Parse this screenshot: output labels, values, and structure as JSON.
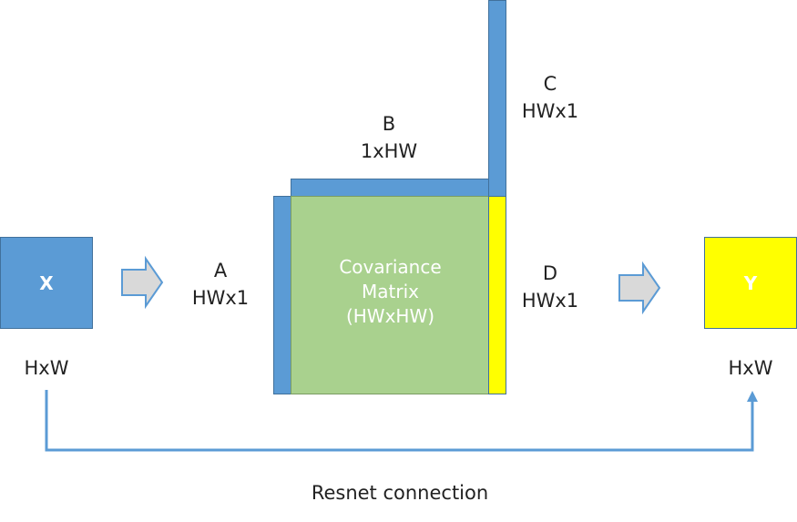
{
  "input": {
    "label": "X",
    "dims": "HxW"
  },
  "output": {
    "label": "Y",
    "dims": "HxW"
  },
  "vec_a": {
    "name": "A",
    "dims": "HWx1"
  },
  "vec_b": {
    "name": "B",
    "dims": "1xHW"
  },
  "vec_c": {
    "name": "C",
    "dims": "HWx1"
  },
  "vec_d": {
    "name": "D",
    "dims": "HWx1"
  },
  "matrix": {
    "line1": "Covariance",
    "line2": "Matrix",
    "line3": "(HWxHW)"
  },
  "resnet": {
    "label": "Resnet connection"
  },
  "colors": {
    "blue": "#5b9bd5",
    "blue_border": "#41719c",
    "green": "#a9d18e",
    "yellow": "#ffff00",
    "arrow_fill": "#d9d9d9",
    "arrow_stroke": "#5b9bd5",
    "connector": "#5b9bd5"
  }
}
